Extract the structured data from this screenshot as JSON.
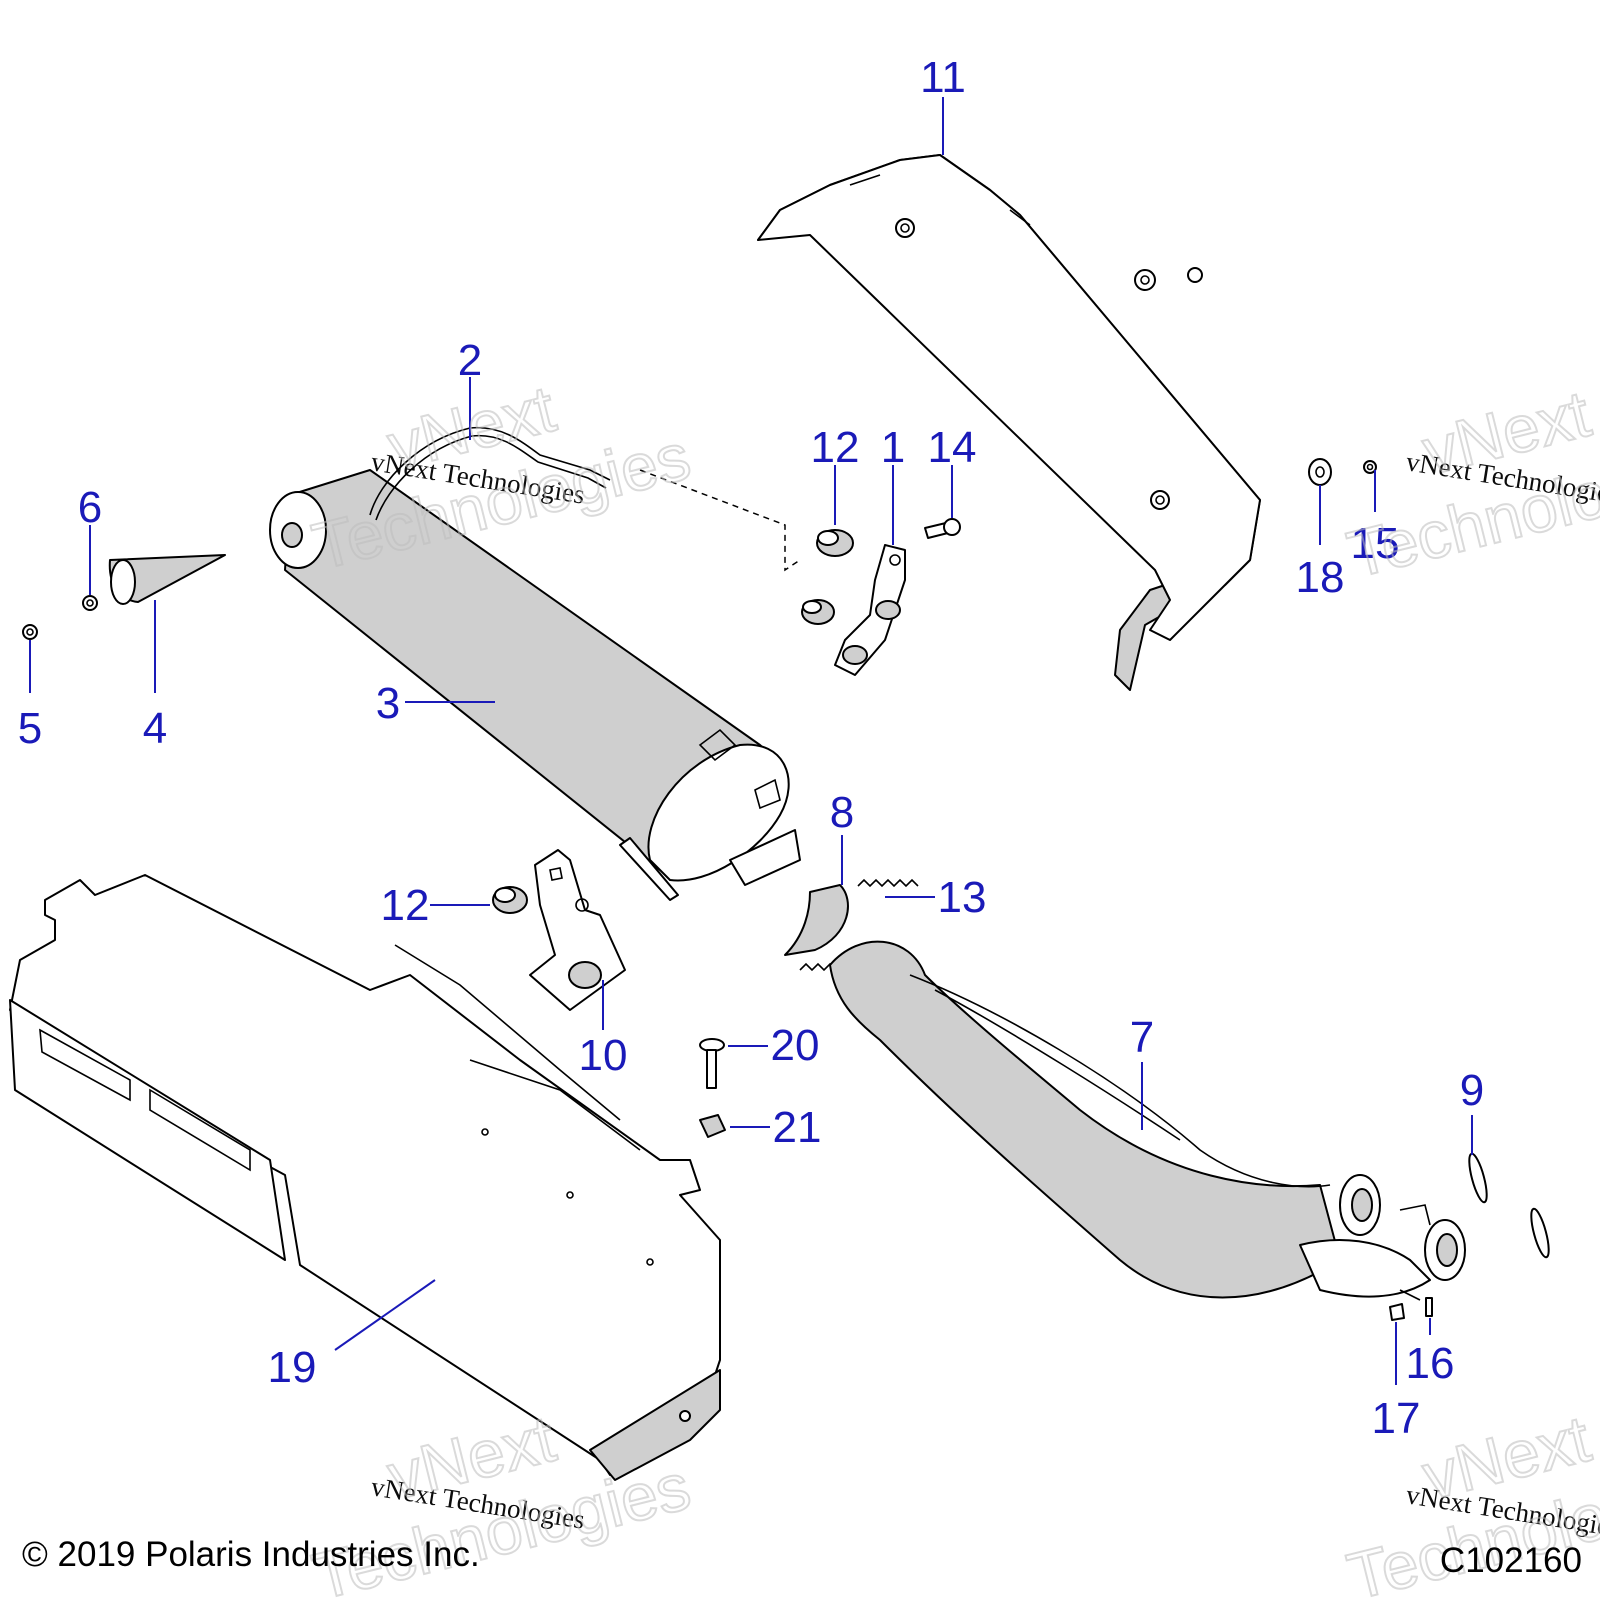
{
  "callouts": [
    {
      "id": "1",
      "label": "1"
    },
    {
      "id": "2",
      "label": "2"
    },
    {
      "id": "3",
      "label": "3"
    },
    {
      "id": "4",
      "label": "4"
    },
    {
      "id": "5",
      "label": "5"
    },
    {
      "id": "6",
      "label": "6"
    },
    {
      "id": "7",
      "label": "7"
    },
    {
      "id": "8",
      "label": "8"
    },
    {
      "id": "9",
      "label": "9"
    },
    {
      "id": "10",
      "label": "10"
    },
    {
      "id": "11",
      "label": "11"
    },
    {
      "id": "12a",
      "label": "12"
    },
    {
      "id": "12b",
      "label": "12"
    },
    {
      "id": "13",
      "label": "13"
    },
    {
      "id": "14",
      "label": "14"
    },
    {
      "id": "15",
      "label": "15"
    },
    {
      "id": "16",
      "label": "16"
    },
    {
      "id": "17",
      "label": "17"
    },
    {
      "id": "18",
      "label": "18"
    },
    {
      "id": "19",
      "label": "19"
    },
    {
      "id": "20",
      "label": "20"
    },
    {
      "id": "21",
      "label": "21"
    }
  ],
  "watermark": {
    "small": "vNext Technologies",
    "line1": "vNext",
    "line2": "Technologies"
  },
  "copyright": "© 2019 Polaris Industries Inc.",
  "figure_code": "C102160",
  "colors": {
    "callout": "#1a1ab8",
    "part_shade": "#cfcfcf"
  }
}
